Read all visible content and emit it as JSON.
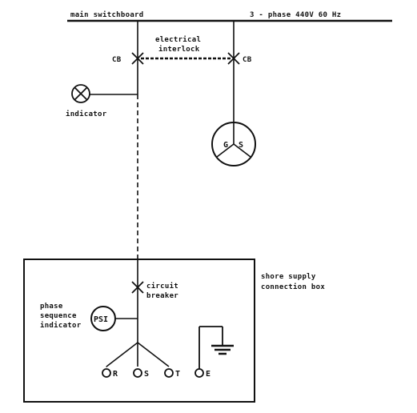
{
  "labels": {
    "main_switchboard": "main switchboard",
    "supply_spec": "3 - phase 440V 60 Hz",
    "cb_left": "CB",
    "cb_right": "CB",
    "interlock_line1": "electrical",
    "interlock_line2": "interlock",
    "indicator": "indicator",
    "generator_left": "G",
    "generator_right": "S",
    "shore_box_line1": "shore supply",
    "shore_box_line2": "connection box",
    "circuit_breaker_line1": "circuit",
    "circuit_breaker_line2": "breaker",
    "psi_line1": "phase",
    "psi_line2": "sequence",
    "psi_line3": "indicator",
    "psi_symbol": "PSI",
    "terminal_r": "R",
    "terminal_s": "S",
    "terminal_t": "T",
    "terminal_e": "E"
  },
  "colors": {
    "ink": "#111111",
    "background": "#ffffff"
  }
}
